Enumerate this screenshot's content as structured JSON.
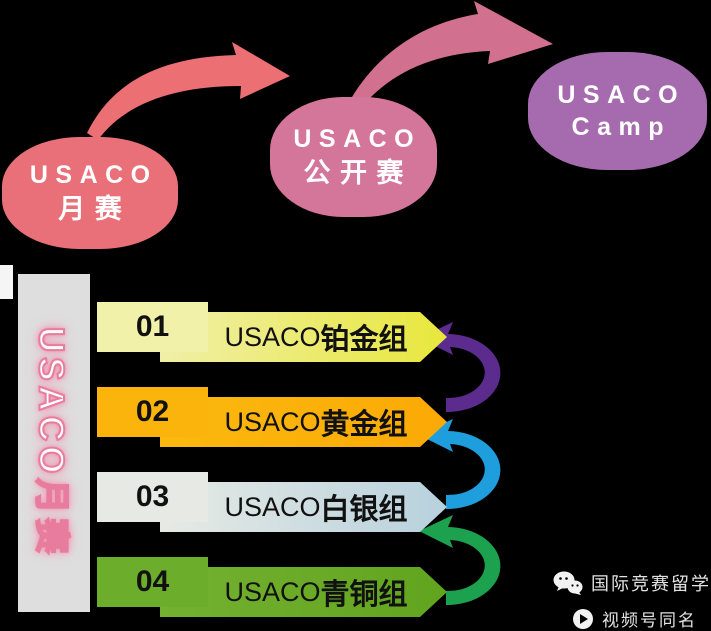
{
  "title": "USACO competition pathway diagram",
  "flow": {
    "nodes": [
      {
        "line1": "USACO",
        "line2": "月赛",
        "color": "#E97079"
      },
      {
        "line1": "USACO",
        "line2": "公开赛",
        "color": "#D3769A"
      },
      {
        "line1": "USACO",
        "line2": "Camp",
        "color": "#A66BAE"
      }
    ]
  },
  "sidebar": {
    "label": "USACO月赛"
  },
  "levels": [
    {
      "num": "01",
      "label_en": "USACO",
      "label_zh": "铂金组",
      "box_color": "#F2F1A9",
      "banner_from": "#F0EFA8",
      "banner_to": "#E8E73C"
    },
    {
      "num": "02",
      "label_en": "USACO",
      "label_zh": "黄金组",
      "box_color": "#FBB40B",
      "banner_from": "#FBB90F",
      "banner_to": "#FBA905"
    },
    {
      "num": "03",
      "label_en": "USACO",
      "label_zh": "白银组",
      "box_color": "#E7EAE4",
      "banner_from": "#E7EAE4",
      "banner_to": "#B7D1DE"
    },
    {
      "num": "04",
      "label_en": "USACO",
      "label_zh": "青铜组",
      "box_color": "#6CAD2B",
      "banner_from": "#74B131",
      "banner_to": "#61A41E"
    }
  ],
  "watermark": {
    "line1": "国际竞赛留学",
    "line2": "视频号同名"
  },
  "colors": {
    "background": "#000000",
    "flow_arrow_1": "#EC6F74",
    "flow_arrow_2": "#D2708F",
    "cycle_arrow_1": "#5B2C8E",
    "cycle_arrow_2": "#1E9EDC",
    "cycle_arrow_3": "#1CA24E",
    "bar_bg": "#DEDEDE",
    "bar_tab": "#F5F5F5",
    "bar_text": "#FFFFFF",
    "bar_text_outline": "#E87C9E",
    "watermark_text": "#E2E2E2",
    "banner_text": "#111111"
  },
  "icons": {
    "wechat": "wechat-icon",
    "channel": "channels-icon"
  }
}
